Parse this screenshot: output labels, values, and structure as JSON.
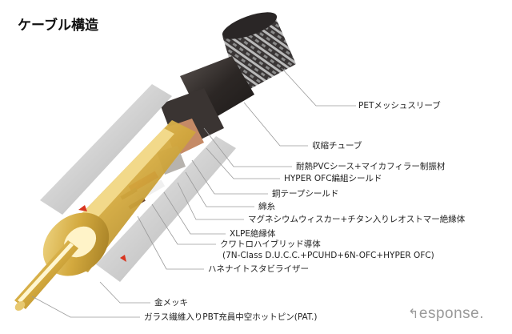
{
  "title": "ケーブル構造",
  "labels": [
    {
      "id": "pet-mesh-sleeve",
      "text": "PETメッシュスリーブ"
    },
    {
      "id": "shrink-tube",
      "text": "収縮チューブ"
    },
    {
      "id": "pvc-sheath",
      "text": "耐熱PVCシース+マイカフィラー制振材"
    },
    {
      "id": "hyper-ofc-braid",
      "text": "HYPER OFC編組シールド"
    },
    {
      "id": "copper-tape",
      "text": "銅テープシールド"
    },
    {
      "id": "cotton-thread",
      "text": "綿糸"
    },
    {
      "id": "magnesium-insulator",
      "text": "マグネシウムウィスカー+チタン入りレオストマー絶縁体"
    },
    {
      "id": "xlpe",
      "text": "XLPE絶縁体"
    },
    {
      "id": "quattro-conductor",
      "text": "クワトロハイブリッド導体"
    },
    {
      "id": "quattro-conductor-sub",
      "text": "(7N-Class D.U.C.C.+PCUHD+6N-OFC+HYPER OFC)"
    },
    {
      "id": "stabilizer",
      "text": "ハネナイトスタビライザー"
    },
    {
      "id": "gold-plating",
      "text": "金メッキ"
    },
    {
      "id": "hollow-pin",
      "text": "ガラス繊維入りPBT充員中空ホットピン(PAT.)"
    }
  ],
  "watermark": {
    "arrow": "↰",
    "text": "esponse."
  },
  "colors": {
    "gold": "#d9b24a",
    "gold_dark": "#a57f1f",
    "silver": "#d6d6d6",
    "jacket": "#2f2a28",
    "copper": "#c98560",
    "red": "#d8351f",
    "leader": "#9a9a9a"
  }
}
